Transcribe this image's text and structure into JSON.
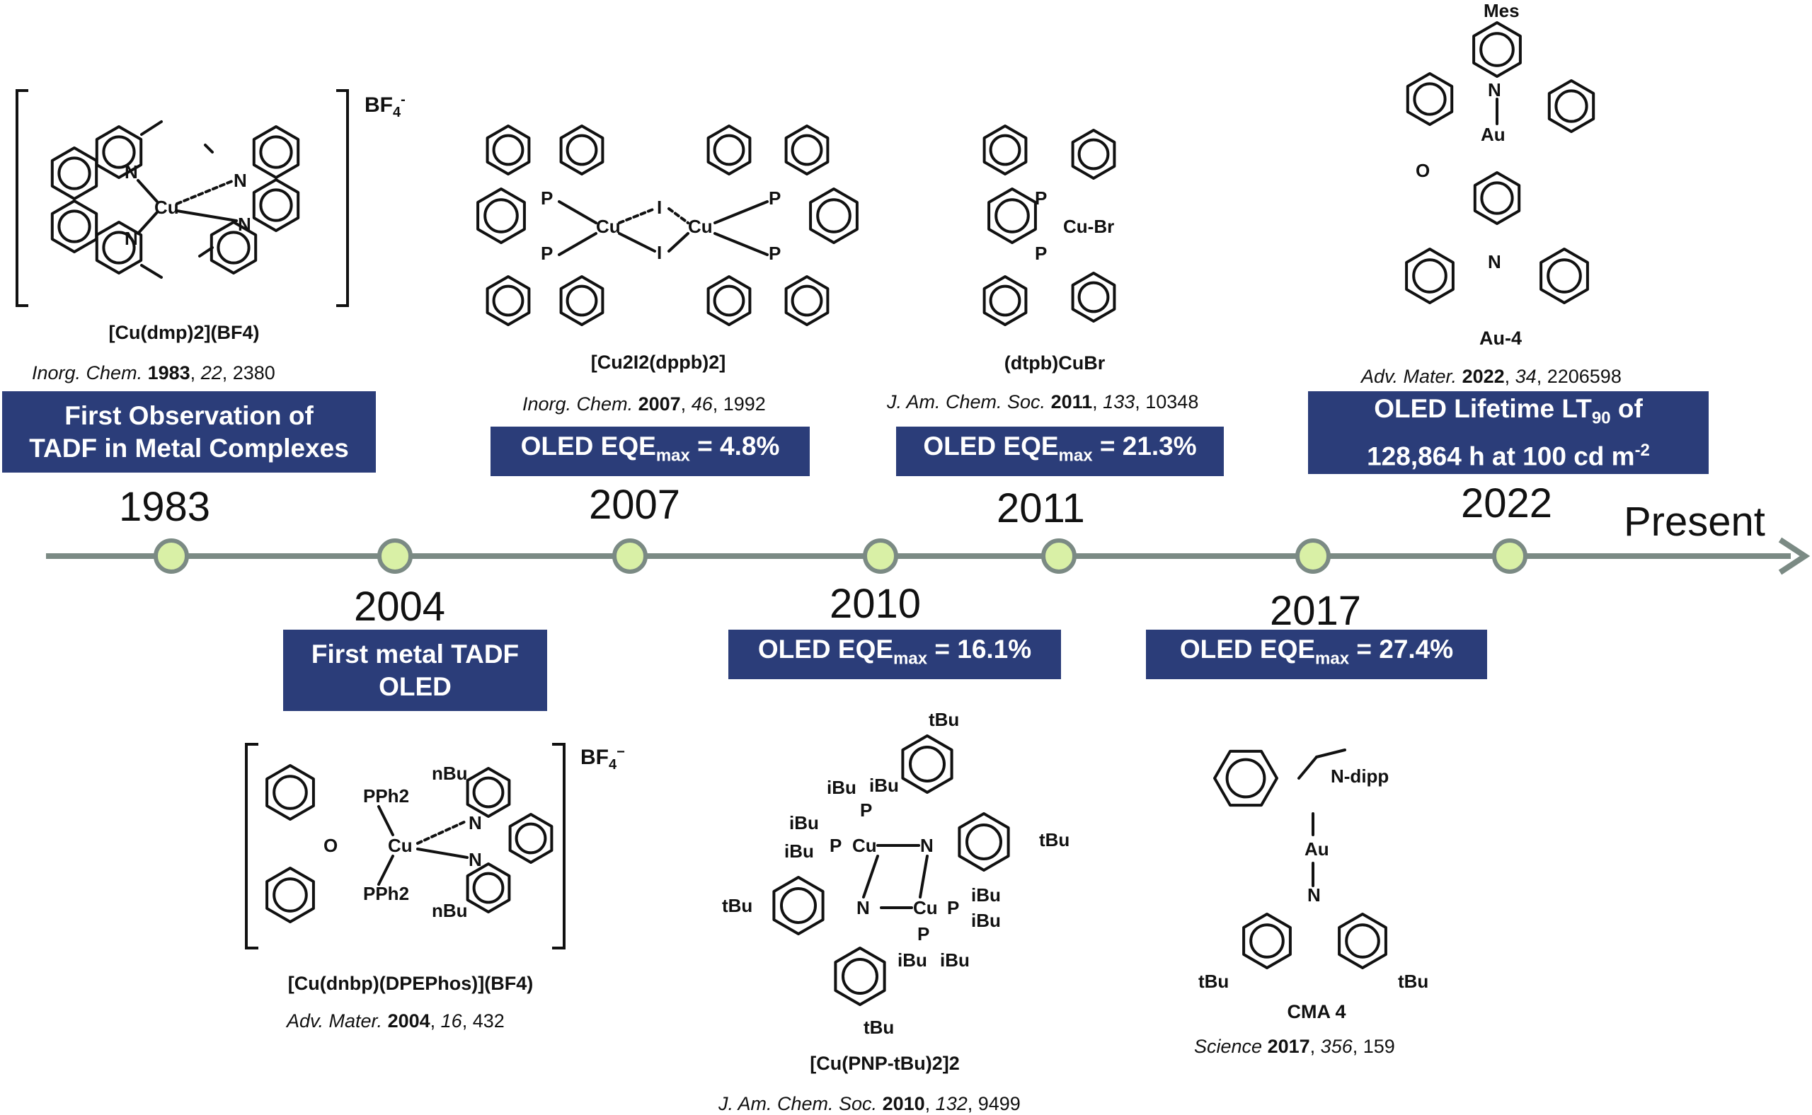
{
  "timeline": {
    "end_label": "Present",
    "points": [
      {
        "year": "1983"
      },
      {
        "year": "2004"
      },
      {
        "year": "2007"
      },
      {
        "year": "2010"
      },
      {
        "year": "2011"
      },
      {
        "year": "2017"
      },
      {
        "year": "2022"
      }
    ]
  },
  "milestones": {
    "m1983": {
      "box_line1": "First Observation of",
      "box_line2": "TADF in Metal Complexes",
      "name": "[Cu(dmp)2](BF4)",
      "journal": "Inorg. Chem.",
      "year": "1983",
      "volume": "22",
      "page": "2380",
      "counter_ion": "BF4-"
    },
    "m2004": {
      "box_line1": "First metal TADF",
      "box_line2": "OLED",
      "name": "[Cu(dnbp)(DPEPhos)](BF4)",
      "journal": "Adv. Mater.",
      "year": "2004",
      "volume": "16",
      "page": "432",
      "counter_ion": "BF4−"
    },
    "m2007": {
      "box": "OLED EQEmax = 4.8%",
      "eqe_prefix": "OLED EQE",
      "eqe_sub": "max",
      "eqe_value": " = 4.8%",
      "name": "[Cu2I2(dppb)2]",
      "journal": "Inorg. Chem.",
      "year": "2007",
      "volume": "46",
      "page": "1992"
    },
    "m2010": {
      "eqe_prefix": "OLED EQE",
      "eqe_sub": "max",
      "eqe_value": " = 16.1%",
      "name": "[Cu(PNP-tBu)2]2",
      "journal": "J. Am. Chem. Soc.",
      "year": "2010",
      "volume": "132",
      "page": "9499"
    },
    "m2011": {
      "eqe_prefix": "OLED EQE",
      "eqe_sub": "max",
      "eqe_value": " = 21.3%",
      "name": "(dtpb)CuBr",
      "journal": "J. Am. Chem. Soc.",
      "year": "2011",
      "volume": "133",
      "page": "10348"
    },
    "m2017": {
      "eqe_prefix": "OLED EQE",
      "eqe_sub": "max",
      "eqe_value": " = 27.4%",
      "name": "CMA 4",
      "journal": "Science",
      "year": "2017",
      "volume": "356",
      "page": "159"
    },
    "m2022": {
      "box_line1_prefix": "OLED Lifetime LT",
      "box_line1_sub": "90",
      "box_line1_suffix": " of",
      "box_line2_prefix": "128,864 h at 100 cd m",
      "box_line2_sup": "-2",
      "name": "Au-4",
      "journal": "Adv. Mater.",
      "year": "2022",
      "volume": "34",
      "page": "2206598"
    }
  },
  "atoms": {
    "cu": "Cu",
    "n": "N",
    "p": "P",
    "i": "I",
    "br": "Cu-Br",
    "au": "Au",
    "o": "O",
    "mes": "Mes",
    "pph2": "PPh2",
    "nbu": "nBu",
    "tbu": "tBu",
    "ibu": "iBu",
    "dipp": "N-dipp"
  },
  "colors": {
    "box": "#2b3d79",
    "timeline": "#7b8a84",
    "node_fill": "#d9f0a6",
    "node_stroke": "#7b8a84"
  }
}
